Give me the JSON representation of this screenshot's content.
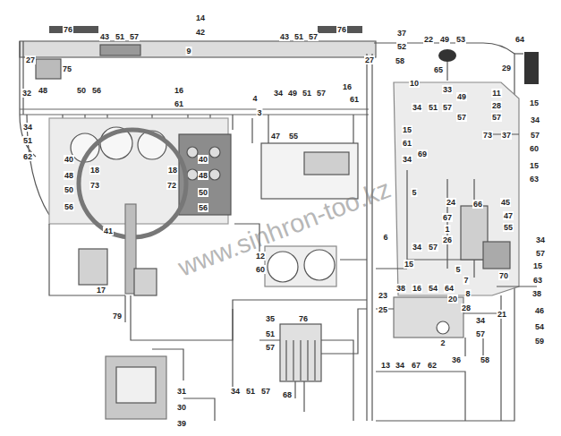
{
  "diagram": {
    "labels": [
      "76",
      "43",
      "51",
      "57",
      "14",
      "42",
      "43",
      "51",
      "57",
      "76",
      "37",
      "22",
      "49",
      "53",
      "64",
      "9",
      "52",
      "27",
      "27",
      "58",
      "75",
      "29",
      "65",
      "10",
      "33",
      "32",
      "48",
      "50",
      "56",
      "16",
      "34",
      "49",
      "51",
      "57",
      "16",
      "11",
      "49",
      "4",
      "61",
      "61",
      "15",
      "28",
      "34",
      "51",
      "57",
      "3",
      "57",
      "57",
      "34",
      "34",
      "15",
      "47",
      "55",
      "73",
      "37",
      "57",
      "51",
      "61",
      "60",
      "69",
      "34",
      "62",
      "40",
      "40",
      "15",
      "18",
      "18",
      "48",
      "48",
      "63",
      "73",
      "72",
      "50",
      "50",
      "5",
      "24",
      "66",
      "45",
      "56",
      "56",
      "67",
      "47",
      "1",
      "55",
      "41",
      "6",
      "26",
      "34",
      "34",
      "57",
      "57",
      "12",
      "15",
      "15",
      "5",
      "60",
      "70",
      "7",
      "63",
      "38",
      "16",
      "54",
      "17",
      "64",
      "8",
      "38",
      "23",
      "20",
      "28",
      "25",
      "46",
      "21",
      "79",
      "35",
      "76",
      "34",
      "54",
      "51",
      "57",
      "59",
      "2",
      "57",
      "36",
      "58",
      "13",
      "34",
      "67",
      "62",
      "34",
      "51",
      "57",
      "31",
      "68",
      "30",
      "39",
      "www.sinhron-too.kz"
    ]
  }
}
